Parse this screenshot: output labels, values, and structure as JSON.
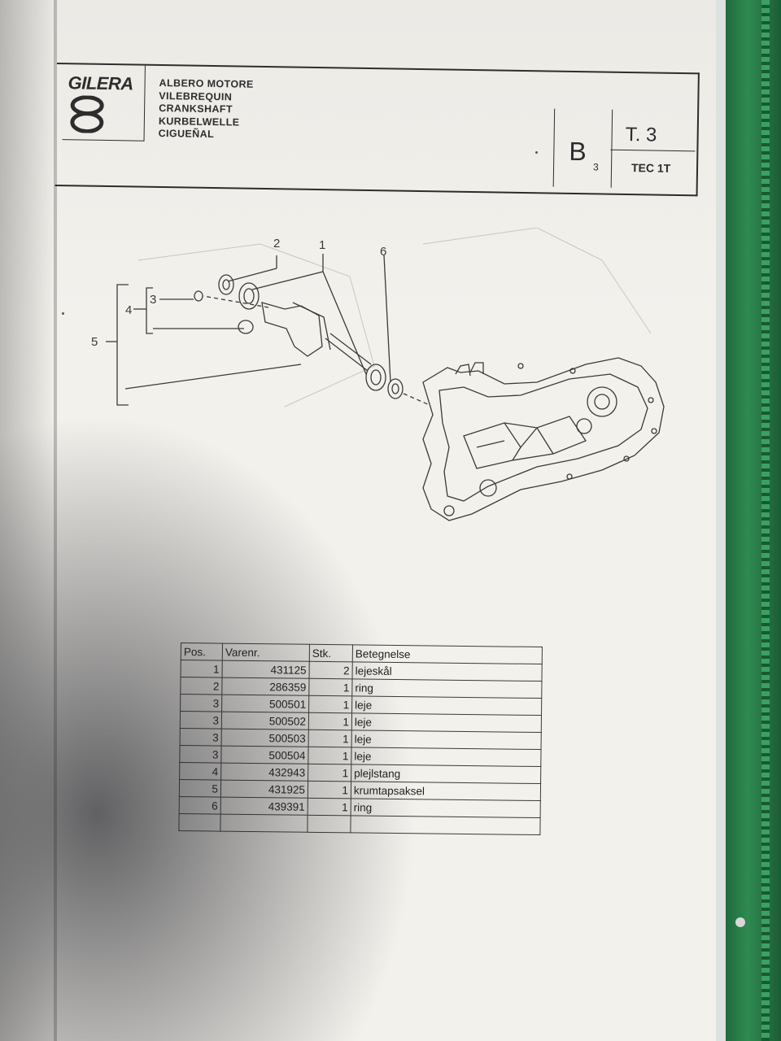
{
  "header": {
    "brand": "GILERA",
    "titles": [
      "ALBERO MOTORE",
      "VILEBREQUIN",
      "CRANKSHAFT",
      "KURBELWELLE",
      "CIGUEÑAL"
    ],
    "section_letter": "B",
    "section_sub": "3",
    "table_code": "T. 3",
    "model_code": "TEC 1T"
  },
  "diagram": {
    "callouts": [
      "1",
      "2",
      "3",
      "4",
      "5",
      "6"
    ]
  },
  "parts_table": {
    "headers": [
      "Pos.",
      "Varenr.",
      "Stk.",
      "Betegnelse"
    ],
    "rows": [
      [
        "1",
        "431125",
        "2",
        "lejeskål"
      ],
      [
        "2",
        "286359",
        "1",
        "ring"
      ],
      [
        "3",
        "500501",
        "1",
        "leje"
      ],
      [
        "3",
        "500502",
        "1",
        "leje"
      ],
      [
        "3",
        "500503",
        "1",
        "leje"
      ],
      [
        "3",
        "500504",
        "1",
        "leje"
      ],
      [
        "4",
        "432943",
        "1",
        "plejlstang"
      ],
      [
        "5",
        "431925",
        "1",
        "krumtapsaksel"
      ],
      [
        "6",
        "439391",
        "1",
        "ring"
      ],
      [
        "",
        "",
        "",
        ""
      ]
    ]
  }
}
